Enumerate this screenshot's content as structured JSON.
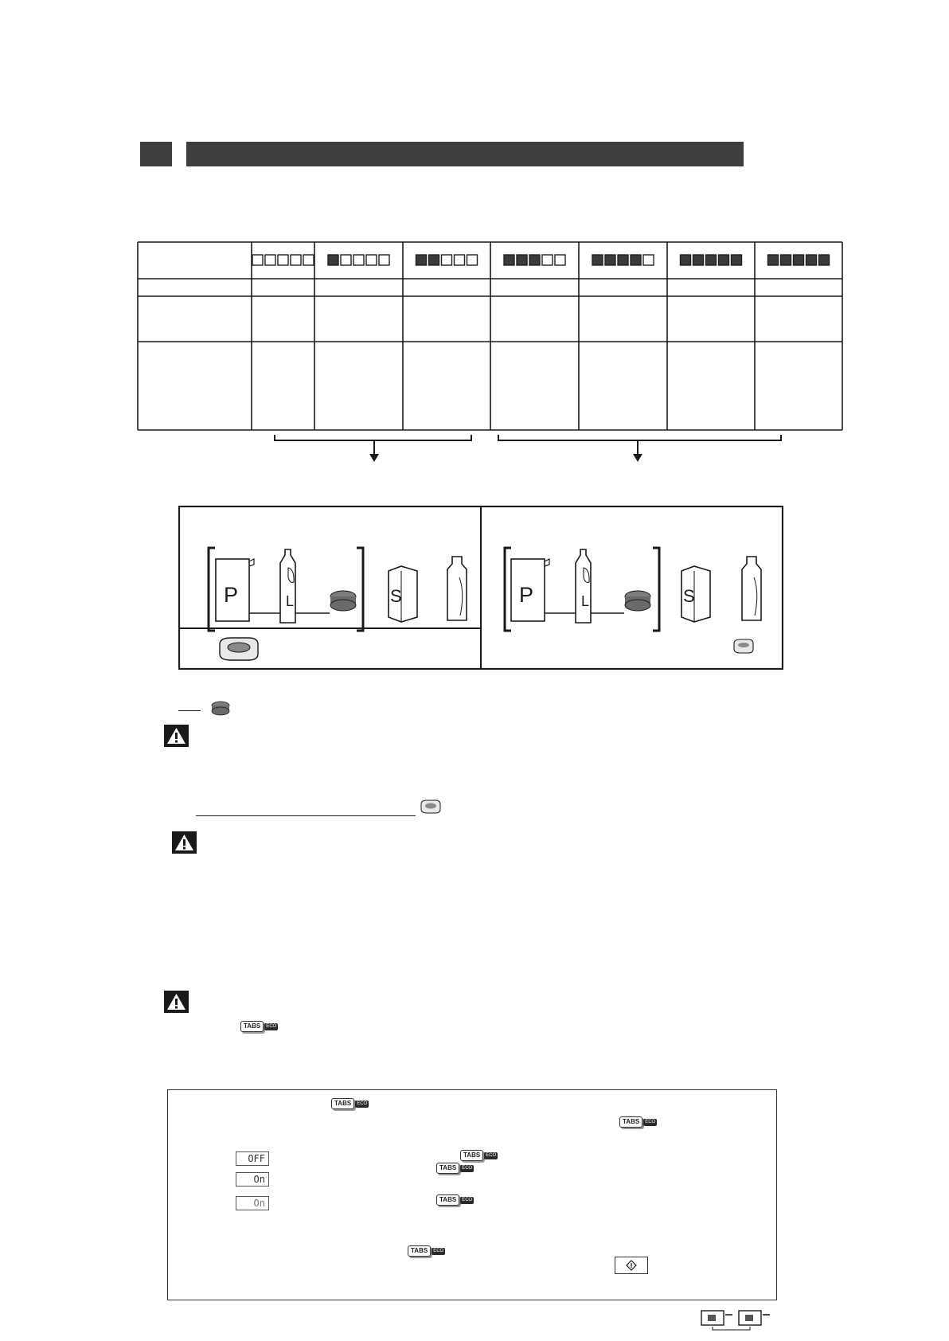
{
  "hardness_table": {
    "levels": [
      [
        0,
        0,
        0,
        0,
        0
      ],
      [
        1,
        0,
        0,
        0,
        0
      ],
      [
        1,
        1,
        0,
        0,
        0
      ],
      [
        1,
        1,
        1,
        0,
        0
      ],
      [
        1,
        1,
        1,
        1,
        0
      ],
      [
        1,
        1,
        1,
        1,
        1
      ],
      [
        1,
        1,
        1,
        1,
        1
      ]
    ]
  },
  "products": {
    "left": {
      "powder_letter": "P",
      "liquid_letter": "L",
      "salt_letter": "S"
    },
    "right": {
      "powder_letter": "P",
      "liquid_letter": "L",
      "salt_letter": "S"
    }
  },
  "icons": {
    "header_block": "section-header-icon",
    "warning": "warning-triangle-icon",
    "tablet": "detergent-tablet-icon",
    "multi_tab": "multi-function-tablet-icon",
    "tabs_button": "tabs-button-icon",
    "start_button": "start-button-icon",
    "set_buttons": "set-buttons-icon"
  },
  "tabs_badge": {
    "label": "TABS",
    "extra": "ECO"
  },
  "display": {
    "off": "OFF",
    "on": "On",
    "tabs_on": "On"
  },
  "colors": {
    "dark_bar": "#3e3e3e",
    "ink": "#1a1a1a"
  }
}
